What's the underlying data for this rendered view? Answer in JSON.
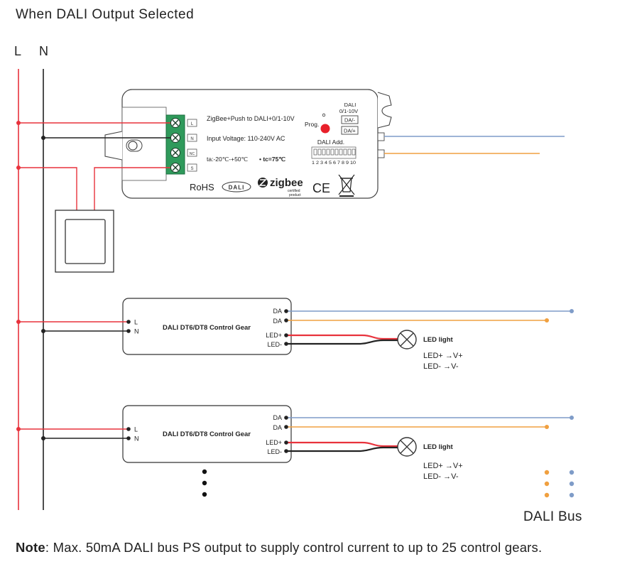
{
  "title": "When DALI Output Selected",
  "mains": {
    "l_label": "L",
    "n_label": "N"
  },
  "controller": {
    "line1": "ZigBee+Push to DALI+0/1-10V",
    "line2": "Input Voltage: 110-240V AC",
    "line3": "ta:-20℃-+50℃",
    "tc": "• tc=75℃",
    "terminals": [
      "L",
      "N",
      "NC",
      "S"
    ],
    "prog_label": "Prog.",
    "dali_label": "DALI",
    "range_label": "0/1-10V",
    "out_da_minus": "DA/-",
    "out_da_plus": "DA/+",
    "dali_add_label": "DALI Add.",
    "dip_numbers": "1 2 3 4 5 6 7 8 9 10",
    "rohs": "RoHS",
    "dali_logo": "DALI",
    "zigbee": "zigbee",
    "zigbee_sub1": "certified",
    "zigbee_sub2": "product",
    "ce": "CE"
  },
  "gears": [
    {
      "title": "DALI DT6/DT8 Control Gear",
      "in_l": "L",
      "in_n": "N",
      "da1": "DA",
      "da2": "DA",
      "led_plus": "LED+",
      "led_minus": "LED-",
      "light_label": "LED light",
      "map_plus": "LED+ →V+",
      "map_minus": "LED- →V-"
    },
    {
      "title": "DALI DT6/DT8 Control Gear",
      "in_l": "L",
      "in_n": "N",
      "da1": "DA",
      "da2": "DA",
      "led_plus": "LED+",
      "led_minus": "LED-",
      "light_label": "LED light",
      "map_plus": "LED+ →V+",
      "map_minus": "LED- →V-"
    }
  ],
  "bus_label": "DALI Bus",
  "note": {
    "bold": "Note",
    "text": ": Max. 50mA DALI bus PS output to supply control current to up to 25 control gears."
  },
  "colors": {
    "line": "#e8323c",
    "neutral": "#222222",
    "bus_blue": "#7f9cc8",
    "bus_orange": "#f0a040",
    "prog_button": "#e8202a"
  }
}
